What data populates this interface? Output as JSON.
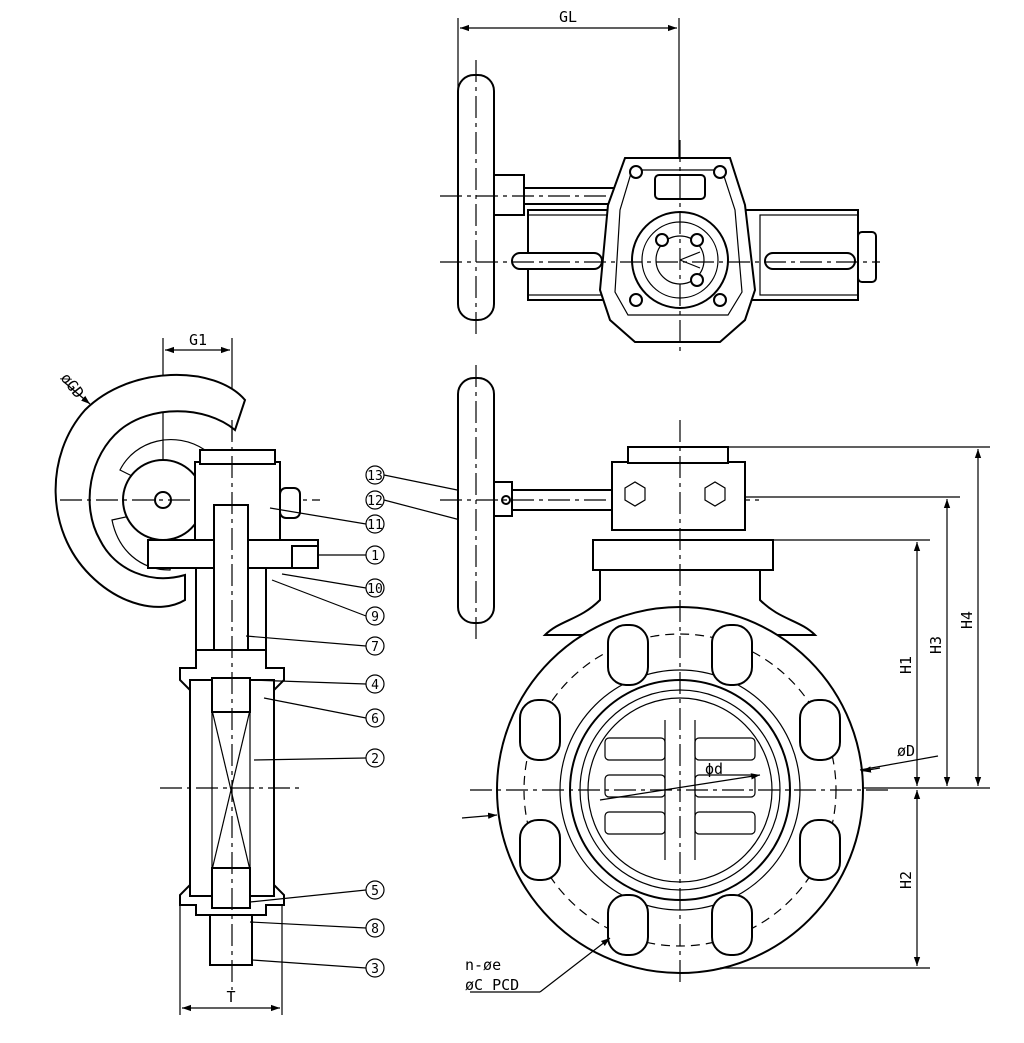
{
  "dimensions": {
    "gl": "GL",
    "g1": "G1",
    "gd": "øGD",
    "t": "T",
    "h1": "H1",
    "h2": "H2",
    "h3": "H3",
    "h4": "H4",
    "od": "øD",
    "id": "ϕd",
    "bolt_holes": "n-øe",
    "pcd": "øC  PCD"
  },
  "callouts": [
    "1",
    "2",
    "3",
    "4",
    "5",
    "6",
    "7",
    "8",
    "9",
    "10",
    "11",
    "12",
    "13"
  ],
  "colors": {
    "line": "#000000",
    "background": "#ffffff"
  }
}
